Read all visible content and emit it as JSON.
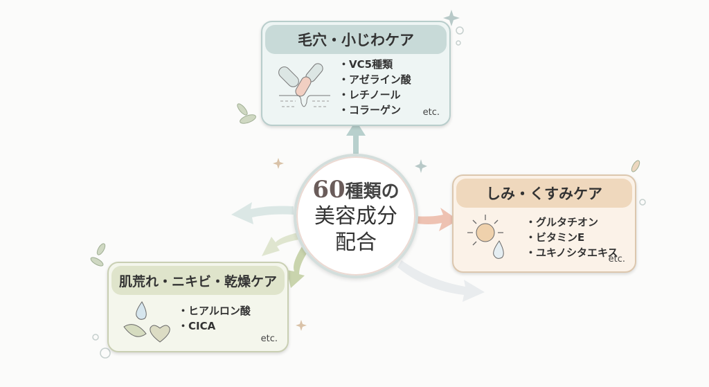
{
  "center": {
    "number": "60",
    "line1_suffix": "種類の",
    "line2": "美容成分",
    "line3": "配合"
  },
  "boxes": {
    "top": {
      "title": "毛穴・小じわケア",
      "items": [
        "VC5種類",
        "アゼライン酸",
        "レチノール",
        "コラーゲン"
      ],
      "etc": "etc.",
      "icon": "capsule-pore-icon",
      "accent": "#c8dad8"
    },
    "right": {
      "title": "しみ・くすみケア",
      "items": [
        "グルタチオン",
        "ビタミンE",
        "ユキノシタエキス"
      ],
      "etc": "etc.",
      "icon": "sun-drop-icon",
      "accent": "#efd8bd"
    },
    "left": {
      "title": "肌荒れ・ニキビ・乾燥ケア",
      "items": [
        "ヒアルロン酸",
        "CICA"
      ],
      "etc": "etc.",
      "icon": "drop-leaf-heart-icon",
      "accent": "#dfe4cb"
    }
  }
}
